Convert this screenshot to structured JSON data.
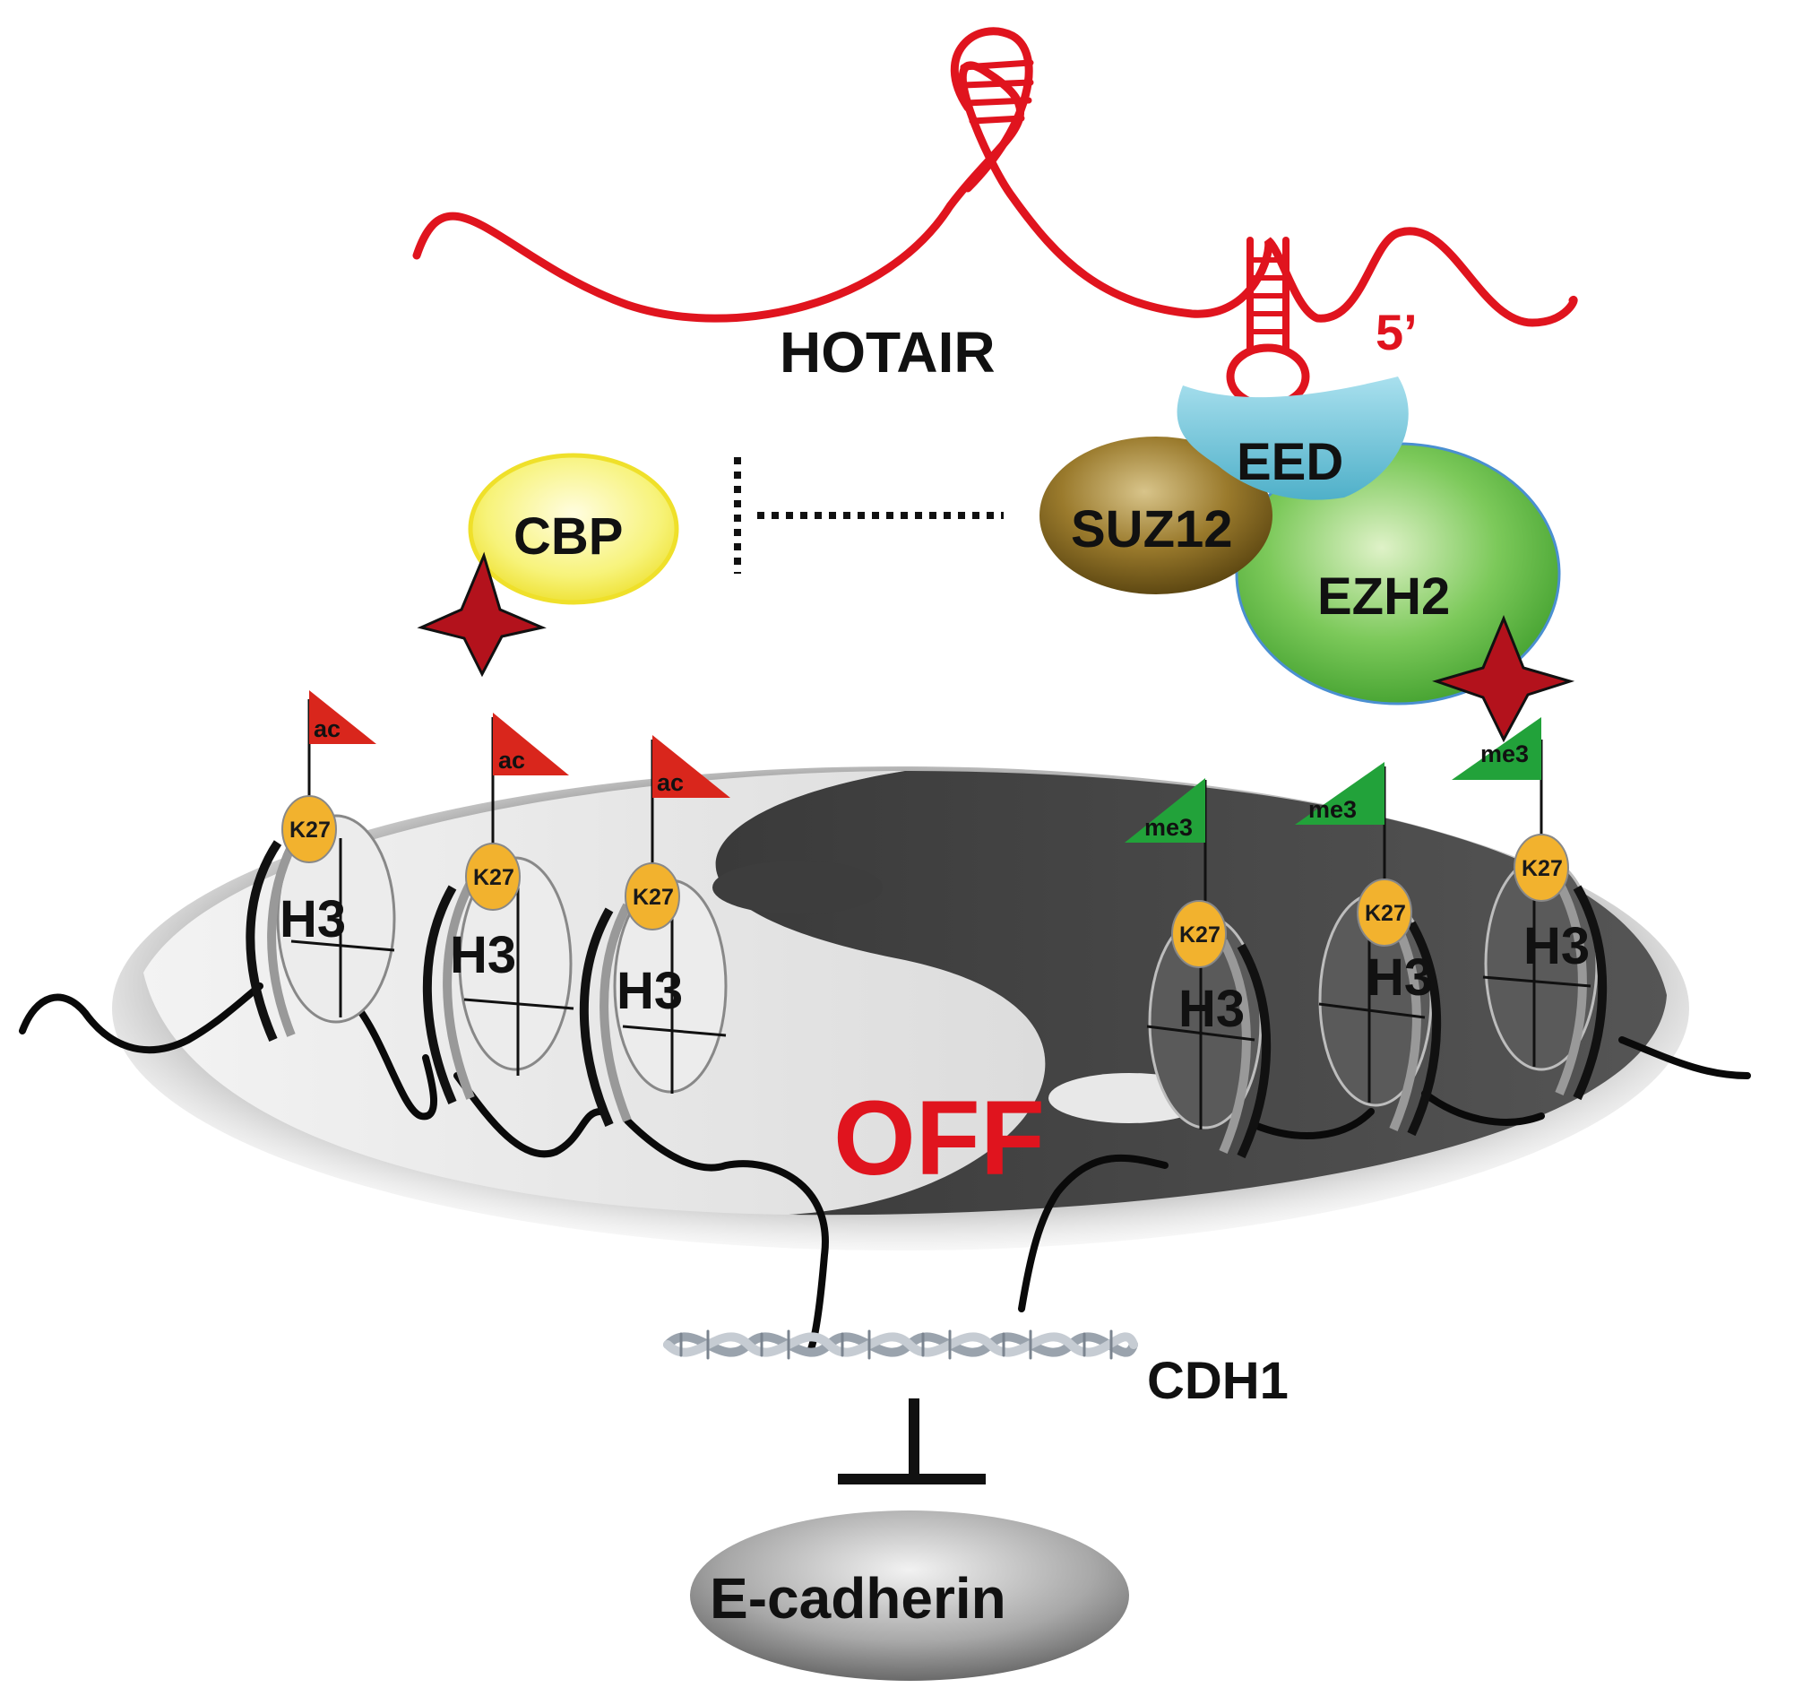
{
  "rna": {
    "name": "HOTAIR",
    "end_label": "5’",
    "color": "#e0141e"
  },
  "proteins": {
    "cbp": "CBP",
    "eed": "EED",
    "suz12": "SUZ12",
    "ezh2": "EZH2"
  },
  "nucleosomes": {
    "left": [
      {
        "histone": "H3",
        "residue": "K27",
        "mark": "ac"
      },
      {
        "histone": "H3",
        "residue": "K27",
        "mark": "ac"
      },
      {
        "histone": "H3",
        "residue": "K27",
        "mark": "ac"
      }
    ],
    "right": [
      {
        "histone": "H3",
        "residue": "K27",
        "mark": "me3"
      },
      {
        "histone": "H3",
        "residue": "K27",
        "mark": "me3"
      },
      {
        "histone": "H3",
        "residue": "K27",
        "mark": "me3"
      }
    ]
  },
  "state_label": "OFF",
  "gene": "CDH1",
  "product": "E-cadherin",
  "colors": {
    "rna_red": "#e0141e",
    "acetyl_flag": "#d9261c",
    "methyl_flag": "#22a23a",
    "star": "#b3121c",
    "k27_bead": "#f2b22e",
    "cbp_fill": "#f7f37a",
    "eed_fill": "#6cc3d9",
    "suz12_fill": "#8d6a1e",
    "ezh2_fill": "#4fb83a"
  }
}
